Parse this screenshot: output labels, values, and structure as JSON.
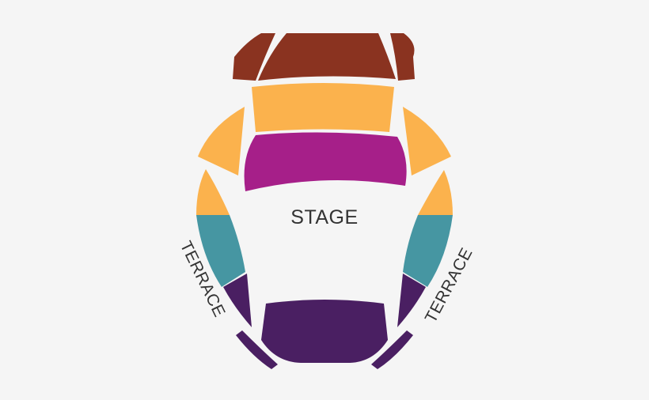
{
  "labels": {
    "stage": "STAGE",
    "terrace_left": "TERRACE",
    "terrace_right": "TERRACE"
  },
  "sections": [
    {
      "id": "upper-circle",
      "color": "#8a3320"
    },
    {
      "id": "dress-circle",
      "color": "#fbb24d"
    },
    {
      "id": "stalls",
      "color": "#a61f89"
    },
    {
      "id": "side-tier",
      "color": "#4696a2"
    },
    {
      "id": "rear-stalls",
      "color": "#4a1f62"
    }
  ]
}
